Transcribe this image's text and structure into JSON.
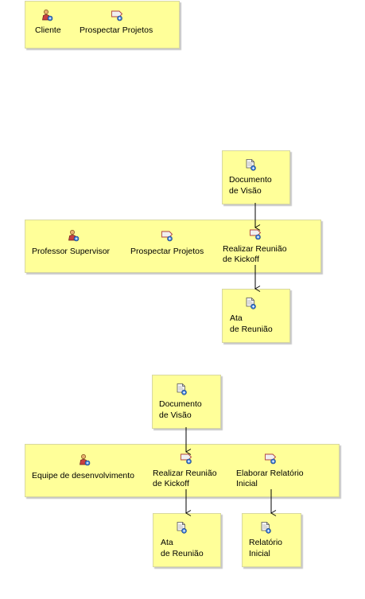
{
  "lane1": {
    "role": "Cliente",
    "task": "Prospectar Projetos"
  },
  "lane2": {
    "input_doc_line1": "Documento",
    "input_doc_line2": "de Visão",
    "role": "Professor Supervisor",
    "task1": "Prospectar Projetos",
    "task2_line1": "Realizar Reunião",
    "task2_line2": "de Kickoff",
    "output_doc_line1": "Ata",
    "output_doc_line2": "de Reunião"
  },
  "lane3": {
    "input_doc_line1": "Documento",
    "input_doc_line2": "de Visão",
    "role": "Equipe de desenvolvimento",
    "task1_line1": "Realizar Reunião",
    "task1_line2": "de Kickoff",
    "task2_line1": "Elaborar Relatório",
    "task2_line2": "Inicial",
    "output1_line1": "Ata",
    "output1_line2": "de Reunião",
    "output2_line1": "Relatório",
    "output2_line2": "Inicial"
  },
  "icons": {
    "role": "role-person-icon",
    "task": "task-icon",
    "artifact": "artifact-document-icon"
  },
  "colors": {
    "lane_fill": "#ffff99",
    "arrow": "#000000"
  }
}
